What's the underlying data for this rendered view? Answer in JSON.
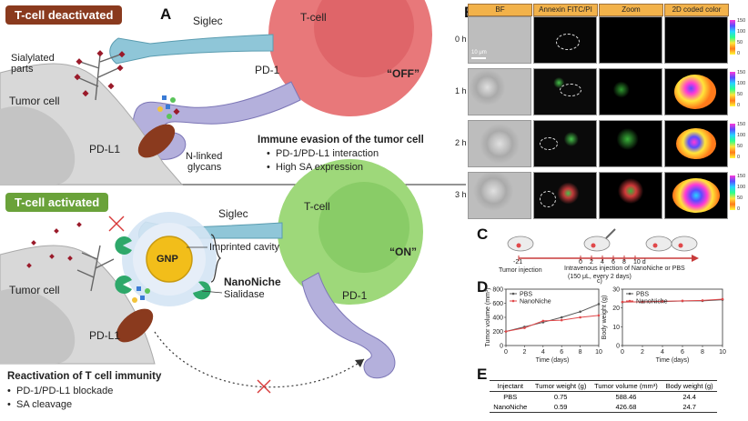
{
  "panel_a": {
    "letter": "A",
    "top": {
      "badge": "T-cell deactivated",
      "siglec": "Siglec",
      "tcell": "T-cell",
      "pd1": "PD-1",
      "off": "“OFF”",
      "sialylated_1": "Sialylated",
      "sialylated_2": "parts",
      "tumor_cell": "Tumor cell",
      "pdl1": "PD-L1",
      "nlinked_1": "N-linked",
      "nlinked_2": "glycans",
      "evasion_title": "Immune evasion of the tumor cell",
      "evasion_items": [
        "PD-1/PD-L1 interaction",
        "High SA expression"
      ]
    },
    "bottom": {
      "badge": "T-cell activated",
      "siglec": "Siglec",
      "tcell": "T-cell",
      "on": "“ON”",
      "imprinted": "Imprinted cavity",
      "gnp": "GNP",
      "nanoniche": "NanoNiche",
      "sialidase": "Sialidase",
      "tumor_cell": "Tumor cell",
      "pdl1": "PD-L1",
      "pd1": "PD-1",
      "reactivation_title": "Reactivation of T cell immunity",
      "reactivation_items": [
        "PD-1/PD-L1 blockade",
        "SA cleavage"
      ]
    },
    "colors": {
      "deactivated": "#8a3a1e",
      "activated": "#6aa23a",
      "tcell_top": "#e8787a",
      "tcell_bottom": "#9ed87a",
      "receptor": "#8fc6d8",
      "pd1": "#8d86c6"
    }
  },
  "panel_b": {
    "letter": "B",
    "headers": [
      "BF",
      "Annexin FITC/PI",
      "Zoom",
      "2D coded color"
    ],
    "rows": [
      "0 h",
      "1 h",
      "2 h",
      "3 h"
    ],
    "scale_bar": "10 μm",
    "colorbar_ticks": [
      "150",
      "100",
      "50",
      "0"
    ]
  },
  "panel_c": {
    "letter": "C",
    "timeline_ticks": [
      "-21",
      "0",
      "2",
      "4",
      "6",
      "8",
      "10 d"
    ],
    "tumor_injection": "Tumor injection",
    "iv_line1": "Intravenous injection of NanoNiche or PBS",
    "iv_line2": "(150 μL, every 2 days)"
  },
  "panel_d": {
    "letter": "D",
    "sub_c": "c)"
  },
  "chart_data": [
    {
      "type": "line",
      "xlabel": "Time (days)",
      "ylabel": "Tumor volume (mm³)",
      "x": [
        0,
        2,
        4,
        6,
        8,
        10
      ],
      "xticks": [
        "0",
        "2",
        "4",
        "6",
        "8",
        "10"
      ],
      "ylim": [
        0,
        800
      ],
      "yticks": [
        "0",
        "200",
        "400",
        "600",
        "800"
      ],
      "series": [
        {
          "name": "PBS",
          "color": "#555555",
          "values": [
            200,
            265,
            330,
            400,
            480,
            588
          ]
        },
        {
          "name": "NanoNiche",
          "color": "#e0484a",
          "values": [
            200,
            250,
            350,
            360,
            400,
            427
          ]
        }
      ],
      "legend": "top-left"
    },
    {
      "type": "line",
      "xlabel": "Time (days)",
      "ylabel": "Body weight (g)",
      "x": [
        0,
        2,
        4,
        6,
        8,
        10
      ],
      "xticks": [
        "0",
        "2",
        "4",
        "6",
        "8",
        "10"
      ],
      "ylim": [
        0,
        30
      ],
      "yticks": [
        "0",
        "10",
        "20",
        "30"
      ],
      "series": [
        {
          "name": "PBS",
          "color": "#555555",
          "values": [
            23.1,
            23.3,
            23.4,
            23.7,
            23.8,
            24.4
          ]
        },
        {
          "name": "NanoNiche",
          "color": "#e0484a",
          "values": [
            23.2,
            23.2,
            23.5,
            23.8,
            24.0,
            24.7
          ]
        }
      ],
      "legend": "top-left"
    }
  ],
  "panel_e": {
    "letter": "E",
    "headers": [
      "Injectant",
      "Tumor weight (g)",
      "Tumor volume (mm³)",
      "Body weight (g)"
    ],
    "rows": [
      [
        "PBS",
        "0.75",
        "588.46",
        "24.4"
      ],
      [
        "NanoNiche",
        "0.59",
        "426.68",
        "24.7"
      ]
    ]
  }
}
